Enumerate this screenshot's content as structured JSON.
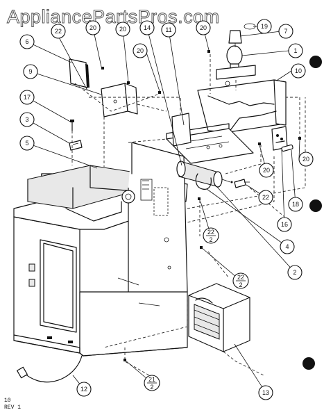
{
  "watermark": "AppliancePartsPros.com",
  "revision": {
    "page": "10",
    "rev": "REV 1"
  },
  "callouts": [
    {
      "id": "c-22-top",
      "label": "22"
    },
    {
      "id": "c-20-a",
      "label": "20"
    },
    {
      "id": "c-20-b",
      "label": "20"
    },
    {
      "id": "c-14",
      "label": "14"
    },
    {
      "id": "c-11",
      "label": "11"
    },
    {
      "id": "c-20-c",
      "label": "20"
    },
    {
      "id": "c-19",
      "label": "19"
    },
    {
      "id": "c-7",
      "label": "7"
    },
    {
      "id": "c-6",
      "label": "6"
    },
    {
      "id": "c-1",
      "label": "1"
    },
    {
      "id": "c-9",
      "label": "9"
    },
    {
      "id": "c-20-d",
      "label": "20"
    },
    {
      "id": "c-10",
      "label": "10"
    },
    {
      "id": "c-17",
      "label": "17"
    },
    {
      "id": "c-3",
      "label": "3"
    },
    {
      "id": "c-5",
      "label": "5"
    },
    {
      "id": "c-20-e",
      "label": "20"
    },
    {
      "id": "c-20-f",
      "label": "20"
    },
    {
      "id": "c-22-mid",
      "label": "22"
    },
    {
      "id": "c-18",
      "label": "18"
    },
    {
      "id": "c-16",
      "label": "16"
    },
    {
      "id": "c-22-2a",
      "label": "22",
      "sub": "2"
    },
    {
      "id": "c-4",
      "label": "4"
    },
    {
      "id": "c-2",
      "label": "2"
    },
    {
      "id": "c-22-2b",
      "label": "22",
      "sub": "2"
    },
    {
      "id": "c-12",
      "label": "12"
    },
    {
      "id": "c-21-2",
      "label": "21",
      "sub": "2"
    },
    {
      "id": "c-13",
      "label": "13"
    }
  ]
}
